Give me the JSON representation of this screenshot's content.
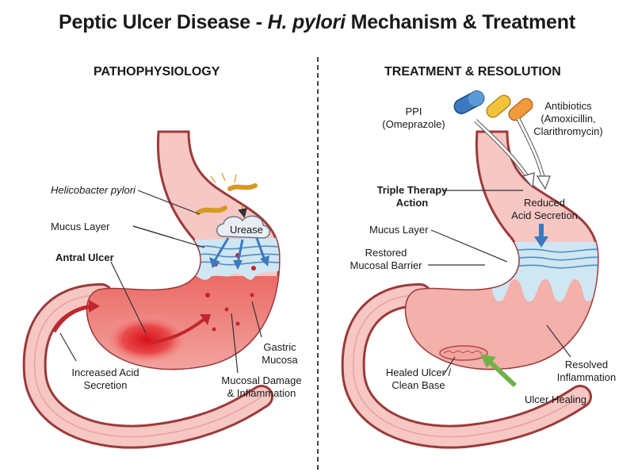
{
  "title": {
    "main": "Peptic Ulcer Disease - ",
    "italic": "H. pylori",
    "rest": " Mechanism & Treatment"
  },
  "left": {
    "heading": "PATHOPHYSIOLOGY",
    "labels": {
      "h_pylori": "Helicobacter pylori",
      "urease": "Urease",
      "mucus_layer": "Mucus Layer",
      "antral_ulcer": "Antral Ulcer",
      "acid_1": "Increased Acid",
      "acid_2": "Secretion",
      "gastric_1": "Gastric",
      "gastric_2": "Mucosa",
      "damage_1": "Mucosal Damage",
      "damage_2": "& Inflammation"
    }
  },
  "right": {
    "heading": "TREATMENT & RESOLUTION",
    "labels": {
      "ppi": "PPI",
      "ppi_drug": "(Omeprazole)",
      "antibiotics": "Antibiotics",
      "abx_1": "(Amoxicillin,",
      "abx_2": "Clarithromycin)",
      "triple_1": "Triple Therapy",
      "triple_2": "Action",
      "reduced_1": "Reduced",
      "reduced_2": "Acid Secretion",
      "mucus_layer": "Mucus Layer",
      "restored_1": "Restored",
      "restored_2": "Mucosal Barrier",
      "resolved_1": "Resolved",
      "resolved_2": "Inflammation",
      "healed_1": "Healed Ulcer /",
      "healed_2": "Clean Base",
      "healing": "Ulcer Healing"
    }
  },
  "colors": {
    "stomach_fill": "#f6c7c3",
    "stomach_outline": "#9b3a3a",
    "mucus": "#cfe6f3",
    "inflamed": "#e85a5a",
    "arrow_blue": "#3b7ac0",
    "arrow_green": "#6fb24a"
  }
}
